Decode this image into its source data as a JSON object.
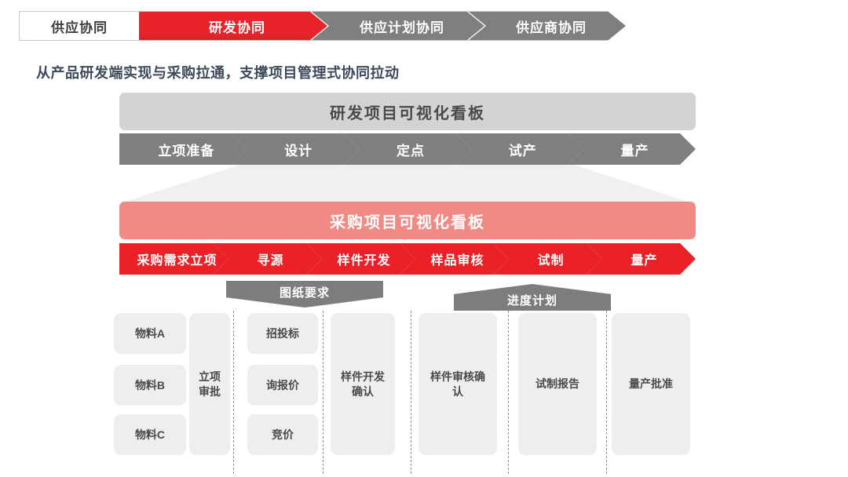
{
  "topnav": {
    "first_label": "供应协同",
    "items": [
      {
        "label": "研发协同",
        "state": "active",
        "color": "#e8242a"
      },
      {
        "label": "供应计划协同",
        "state": "inactive",
        "color": "#7f7f7f"
      },
      {
        "label": "供应商协同",
        "state": "inactive",
        "color": "#7f7f7f"
      }
    ]
  },
  "subtitle": "从产品研发端实现与采购拉通，支撑项目管理式协同拉动",
  "rnd": {
    "banner": "研发项目可视化看板",
    "banner_color": "#d3d3d3",
    "stages": [
      "立项准备",
      "设计",
      "定点",
      "试产",
      "量产"
    ]
  },
  "procurement": {
    "banner": "采购项目可视化看板",
    "banner_color": "#f08a84",
    "stages": [
      "采购需求立项",
      "寻源",
      "样件开发",
      "样品审核",
      "试制",
      "量产"
    ]
  },
  "subbanners": [
    {
      "label": "图纸要求",
      "direction": "down"
    },
    {
      "label": "进度计划",
      "direction": "up"
    }
  ],
  "cards": {
    "materials": [
      "物料A",
      "物料B",
      "物料C"
    ],
    "approval": "立项\n审批",
    "sourcing": [
      "招投标",
      "询报价",
      "竞价"
    ],
    "sample_dev": "样件开发\n确认",
    "sample_review": "样件审核确\n认",
    "trial_report": "试制报告",
    "mass_approval": "量产批准"
  }
}
